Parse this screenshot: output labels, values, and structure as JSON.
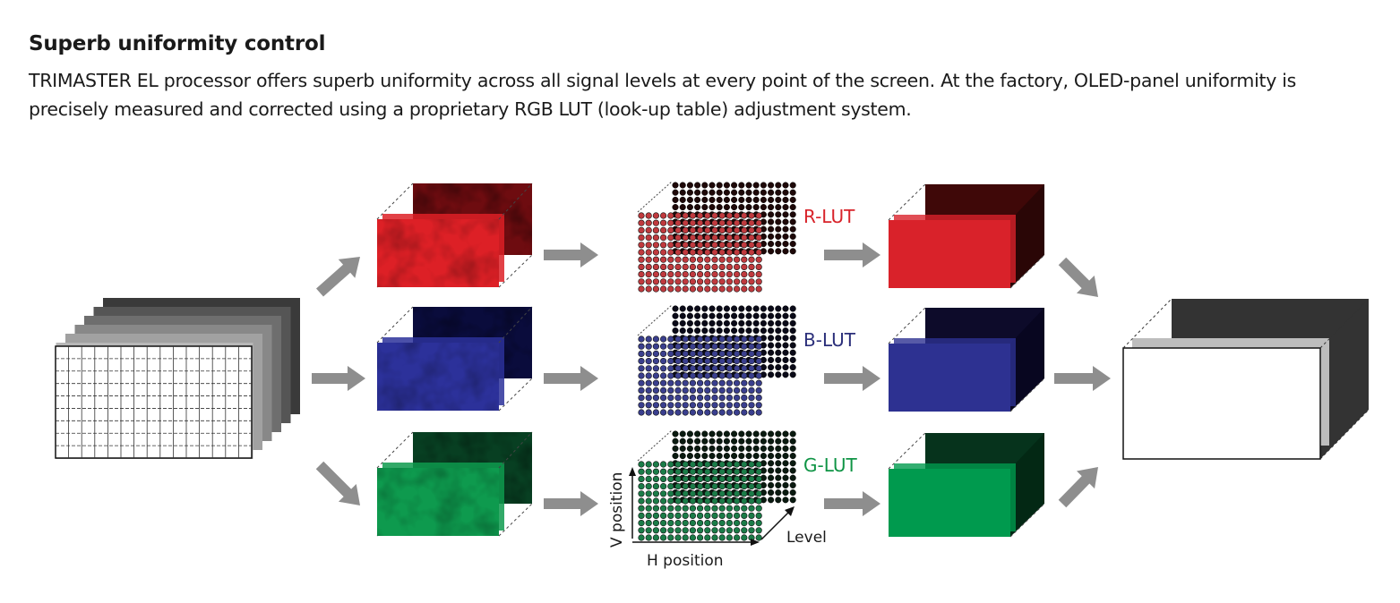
{
  "title": "Superb uniformity control",
  "description": "TRIMASTER EL processor offers superb uniformity across all signal levels at every point of the screen.  At the factory, OLED-panel uniformity is precisely measured and corrected using a proprietary RGB LUT (look-up table) adjustment system.",
  "channels": [
    {
      "id": "r",
      "lut_label": "R-LUT",
      "label_color": "#d8232a",
      "front": "#dd2026",
      "back": "#6e0c10",
      "lut_dot": "#c03a3e",
      "back_dot": "#1e0808",
      "corrected_front": "#d9222a",
      "corrected_back": "#3f0808",
      "corrected_side": "#2a0606"
    },
    {
      "id": "b",
      "lut_label": "B-LUT",
      "label_color": "#2b2f7a",
      "front": "#2c319a",
      "back": "#0a0c3c",
      "lut_dot": "#3a3f8e",
      "back_dot": "#0a0a18",
      "corrected_front": "#2d3191",
      "corrected_back": "#0d0b2a",
      "corrected_side": "#080620"
    },
    {
      "id": "g",
      "lut_label": "G-LUT",
      "label_color": "#0f9445",
      "front": "#0e9a4e",
      "back": "#083f22",
      "lut_dot": "#1b7c48",
      "back_dot": "#0a1a10",
      "corrected_front": "#009a4e",
      "corrected_back": "#06331c",
      "corrected_side": "#032814"
    }
  ],
  "axes": {
    "v_label": "V position",
    "h_label": "H position",
    "level_label": "Level"
  },
  "colors": {
    "arrow": "#8e8e8e",
    "grid_line": "#333333",
    "output_back": "#333333",
    "output_mid": "#bdbdbd"
  }
}
